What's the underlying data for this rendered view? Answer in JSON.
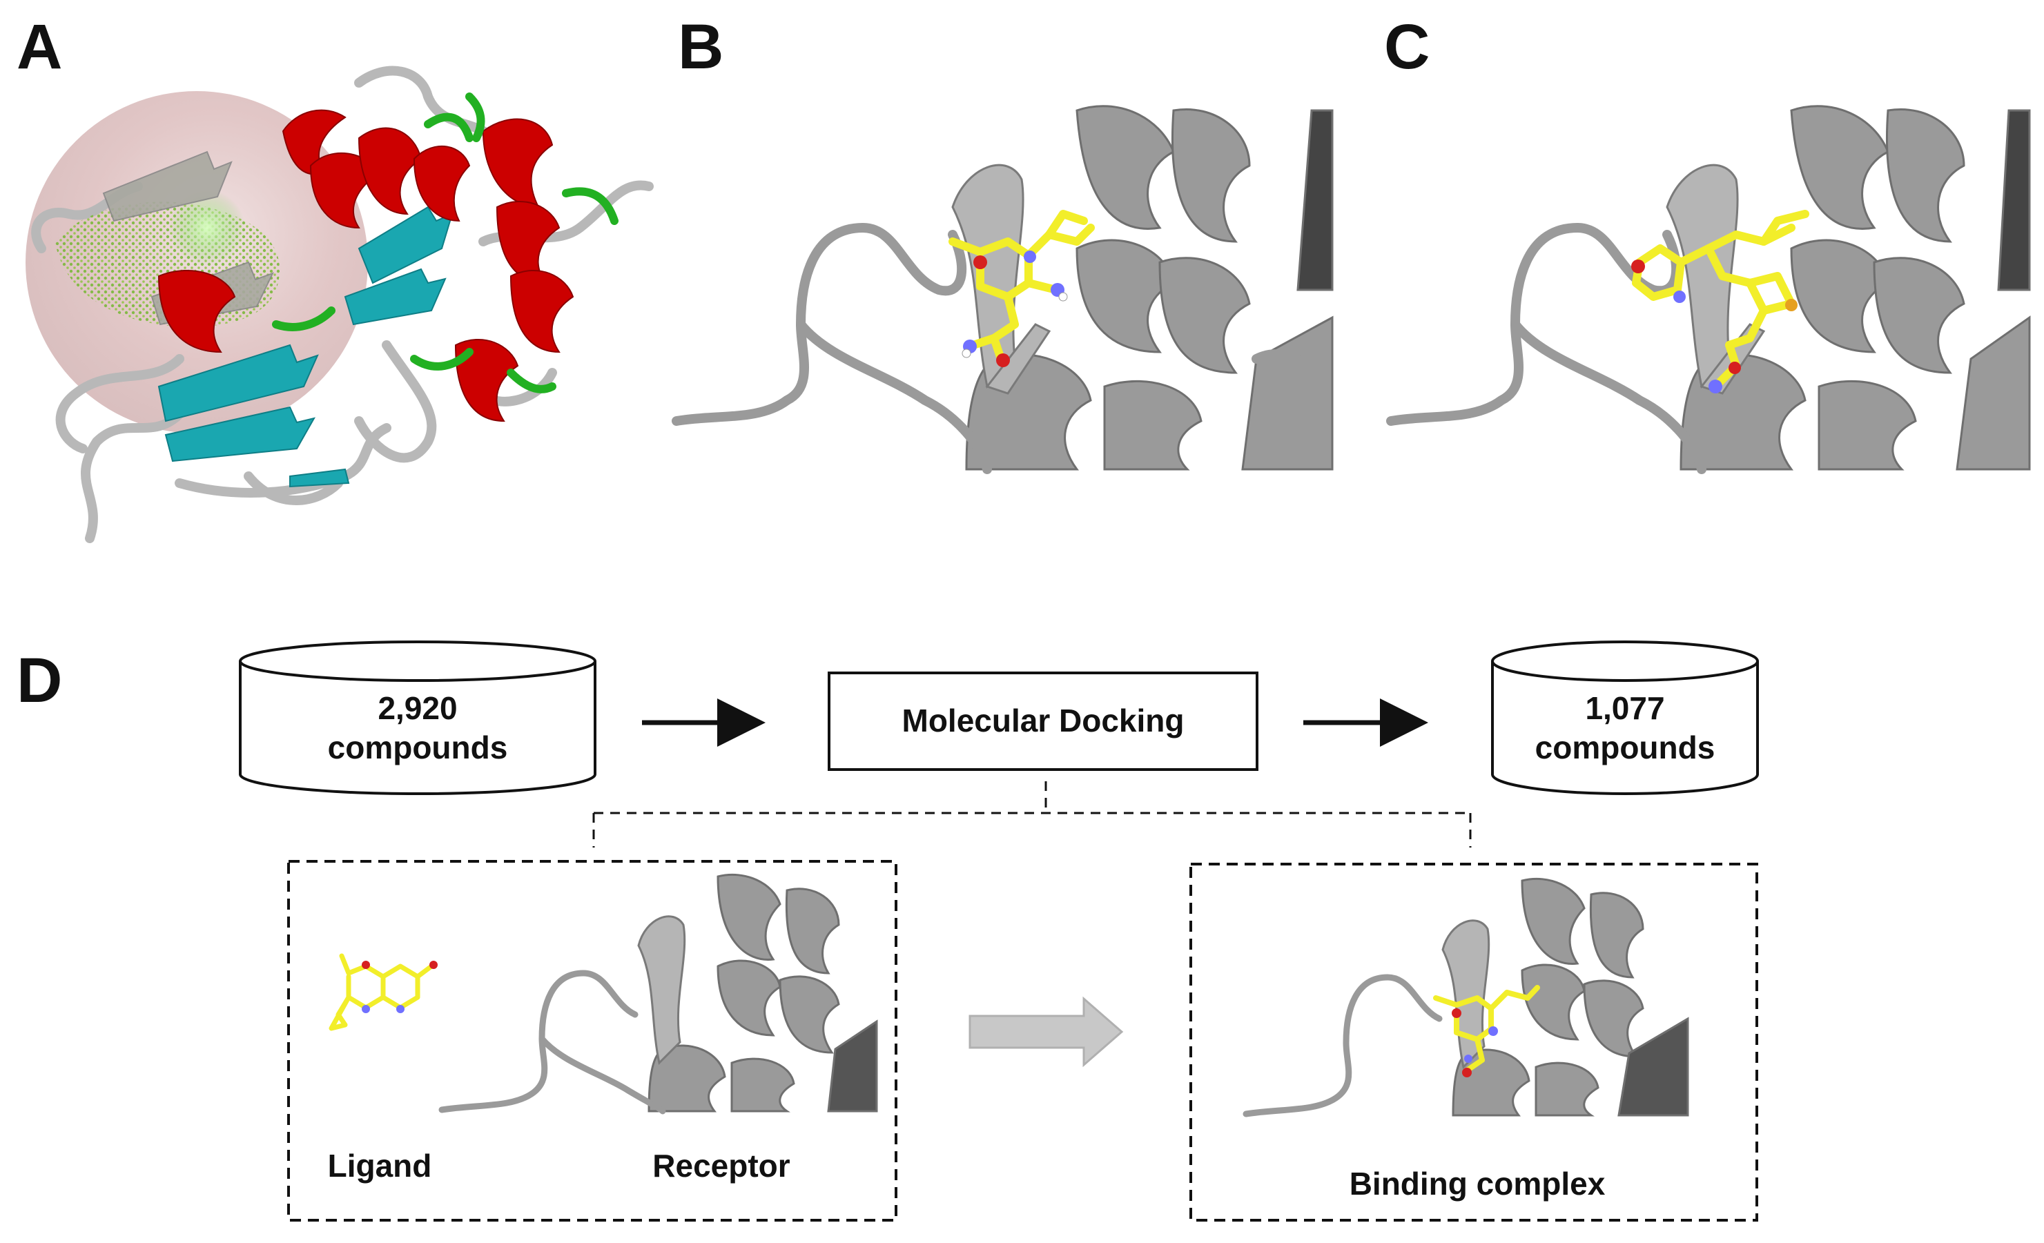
{
  "panels": {
    "a": {
      "letter": "A"
    },
    "b": {
      "letter": "B"
    },
    "c": {
      "letter": "C"
    },
    "d": {
      "letter": "D"
    }
  },
  "workflow": {
    "input_db": {
      "count": "2,920",
      "unit": "compounds"
    },
    "process": {
      "label": "Molecular Docking"
    },
    "output_db": {
      "count": "1,077",
      "unit": "compounds"
    }
  },
  "docking_detail": {
    "ligand_label": "Ligand",
    "receptor_label": "Receptor",
    "complex_label": "Binding complex"
  },
  "colors": {
    "helix": "#cc0000",
    "sheet": "#1aa7b0",
    "turn": "#22b022",
    "coil": "#b8b8b8",
    "ribbon_gray": "#8f8f8f",
    "ligand": "#f2ee2a",
    "arrow_gray": "#c8c8c8",
    "binding_sphere": "#d9b3b3"
  }
}
